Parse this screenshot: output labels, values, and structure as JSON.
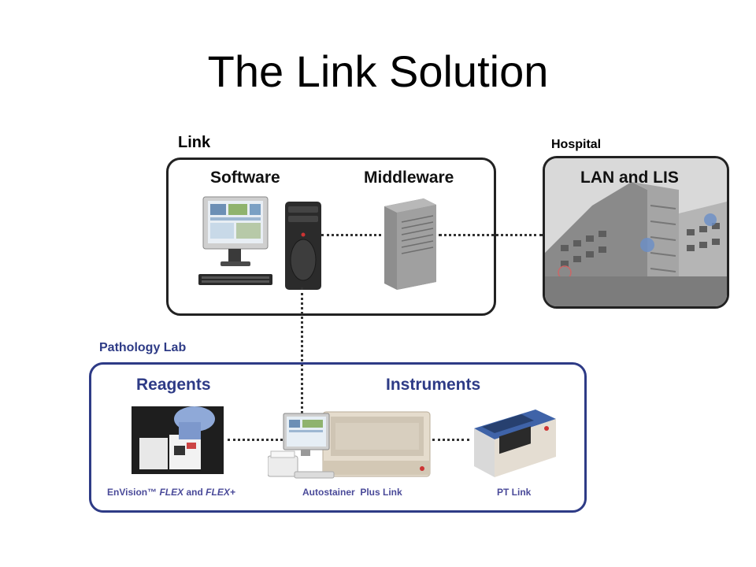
{
  "title": "The Link Solution",
  "groups": {
    "link": {
      "label": "Link",
      "software": "Software",
      "middleware": "Middleware"
    },
    "hospital": {
      "label": "Hospital",
      "lan": "LAN and LIS"
    },
    "lab": {
      "label": "Pathology Lab",
      "reagents": "Reagents",
      "instruments": "Instruments",
      "captions": {
        "envision_prefix": "EnVision™ ",
        "envision_flex": "FLEX",
        "envision_and": " and ",
        "envision_flexplus": "FLEX+",
        "autostainer": "Autostainer  Plus Link",
        "ptlink": "PT Link"
      }
    }
  },
  "colors": {
    "lab_accent": "#2e3b86",
    "box_border": "#222222"
  }
}
